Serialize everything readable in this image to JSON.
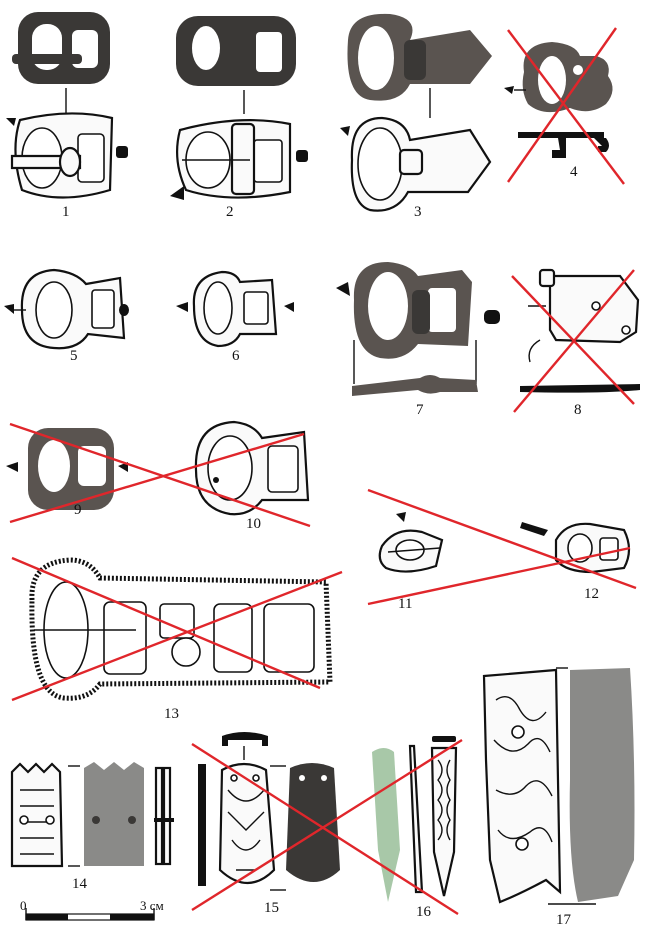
{
  "figure_labels": [
    "1",
    "2",
    "3",
    "4",
    "5",
    "6",
    "7",
    "8",
    "9",
    "10",
    "11",
    "12",
    "13",
    "14",
    "15",
    "16",
    "17"
  ],
  "scale_bar": {
    "start_label": "0",
    "end_label": "3 см"
  },
  "colors": {
    "cross": "#e0262b",
    "ink": "#111111",
    "bronze": "#5a5450"
  }
}
